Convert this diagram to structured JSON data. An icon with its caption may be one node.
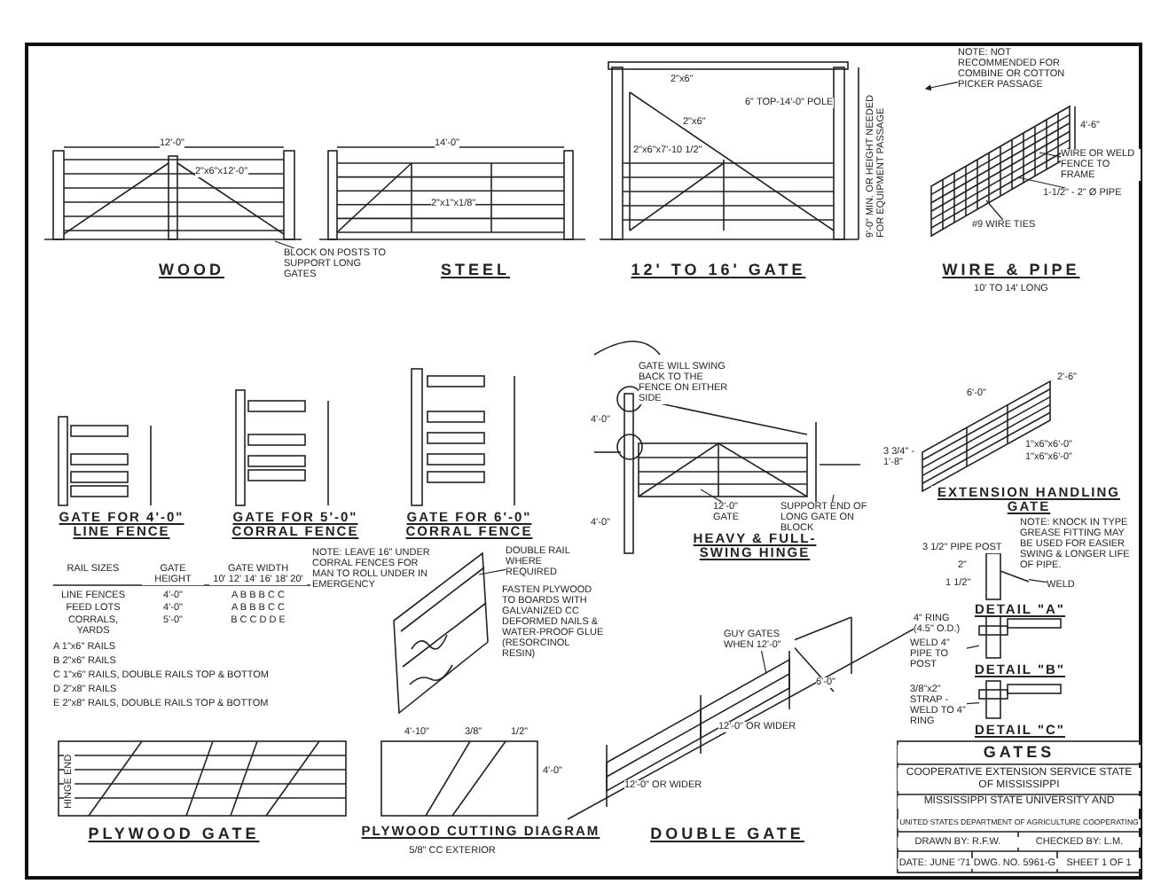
{
  "diagram": {
    "nodes": [
      {
        "text": [
          "BLOCK ON POSTS TO SUPPORT LONG GATES"
        ]
      },
      {
        "text": [
          "NOTE: NOT RECOMMENDED FOR COMBINE OR COTTON PICKER PASSAGE"
        ]
      },
      {
        "text": [
          "WIRE OR WELD FENCE TO FRAME"
        ]
      },
      {
        "text": [
          "1-1/2\" - 2\" Ø PIPE"
        ]
      },
      {
        "text": [
          "#9 WIRE TIES"
        ]
      },
      {
        "text": [
          "DOUBLE RAIL WHERE REQUIRED"
        ]
      },
      {
        "text": [
          "12'-0\" GATE"
        ]
      },
      {
        "text": [
          "SUPPORT END OF LONG GATE ON BLOCK"
        ]
      },
      {
        "text": [
          "WELD"
        ]
      },
      {
        "text": [
          "GUY GATES WHEN 12'-0\""
        ]
      },
      {
        "text": [
          "WELD 4\" PIPE TO POST"
        ]
      },
      {
        "text": [
          "3/8\"x2\" STRAP - WELD TO 4\" RING"
        ]
      },
      {
        "text": [],
        "shape": "picture"
      },
      {
        "text": [],
        "shape": "picture"
      },
      {
        "text": [],
        "shape": "picture"
      }
    ],
    "edges": [
      {
        "from": 0,
        "to": null,
        "arrow": "none"
      },
      {
        "from": 1,
        "to": null,
        "arrow": "to"
      },
      {
        "from": 2,
        "to": null,
        "arrow": "none"
      },
      {
        "from": 3,
        "to": null,
        "arrow": "none"
      },
      {
        "from": 4,
        "to": null,
        "arrow": "none"
      },
      {
        "from": 5,
        "to": null,
        "arrow": "none"
      },
      {
        "from": 6,
        "to": null,
        "arrow": "none"
      },
      {
        "from": 7,
        "to": null,
        "arrow": "none"
      },
      {
        "from": 8,
        "to": 12,
        "arrow": "none"
      },
      {
        "from": 9,
        "to": null,
        "arrow": "none"
      },
      {
        "from": 10,
        "to": 13,
        "arrow": "none"
      },
      {
        "from": 11,
        "to": 14,
        "arrow": "none"
      }
    ],
    "labels": [
      "12'-0\"",
      "2\"x6\"x12'-0\"",
      "14'-0\"",
      "2\"x1\"x1/8\"",
      "2\"x6\"",
      "6\" TOP-14'-0\" POLE",
      "2\"x6\"",
      "2\"x6\"x7'-10 1/2\"",
      "9'-0\" MIN. OR HEIGHT NEEDED FOR EQUIPMENT PASSAGE",
      "4'-6\"",
      "WOOD",
      "STEEL",
      "12' TO 16' GATE",
      "WIRE & PIPE",
      "10' TO 14' LONG",
      "GATE FOR 4'-0\" LINE FENCE",
      "GATE FOR 5'-0\" CORRAL FENCE",
      "GATE FOR 6'-0\" CORRAL FENCE",
      "NOTE: LEAVE 16\" UNDER CORRAL FENCES FOR MAN TO ROLL UNDER IN EMERGENCY",
      "RAIL SIZES",
      "GATE HEIGHT",
      "GATE WIDTH",
      "10' 12' 14' 16' 18' 20'",
      "LINE FENCES",
      "4'-0\"",
      "A B B B C C",
      "FEED LOTS",
      "4'-0\"",
      "A B B B C C",
      "CORRALS, YARDS",
      "5'-0\"",
      "B C C D D E",
      "A 1\"x6\" RAILS",
      "B 2\"x6\" RAILS",
      "C 1\"x6\" RAILS, DOUBLE RAILS TOP & BOTTOM",
      "D 2\"x8\" RAILS",
      "E 2\"x8\" RAILS, DOUBLE RAILS TOP & BOTTOM",
      "FASTEN PLYWOOD TO BOARDS WITH GALVANIZED CC DEFORMED NAILS & WATER-PROOF GLUE (RESORCINOL RESIN)",
      "GATE WILL SWING BACK TO THE FENCE ON EITHER SIDE",
      "4'-0\"",
      "4'-0\"",
      "HEAVY & FULL-SWING HINGE",
      "6'-0\"",
      "2'-6\"",
      "1\"x6\"x6'-0\"",
      "1\"x6\"x6'-0\"",
      "3 3/4\" - 1'-8\"",
      "EXTENSION HANDLING GATE",
      "NOTE: KNOCK IN TYPE GREASE FITTING MAY BE USED FOR EASIER SWING & LONGER LIFE OF PIPE.",
      "3 1/2\" PIPE POST",
      "2\"",
      "1 1/2\"",
      "DETAIL \"A\"",
      "4\" RING (4.5\" O.D.)",
      "DETAIL \"B\"",
      "DETAIL \"C\"",
      "HINGE END",
      "PLYWOOD GATE",
      "4'-10\"",
      "3/8\"",
      "1/2\"",
      "4'-0\"",
      "PLYWOOD CUTTING DIAGRAM",
      "5/8\" CC EXTERIOR",
      "12'-0\" OR WIDER",
      "12'-0\" OR WIDER",
      "6'-0\"",
      "DOUBLE GATE",
      "GATES",
      "COOPERATIVE EXTENSION SERVICE STATE OF MISSISSIPPI",
      "MISSISSIPPI STATE UNIVERSITY AND",
      "UNITED STATES DEPARTMENT OF AGRICULTURE COOPERATING",
      "DRAWN BY: R.F.W.",
      "CHECKED BY: L.M.",
      "DATE: JUNE '71",
      "DWG. NO. 5961-G",
      "SHEET 1 OF 1"
    ]
  }
}
